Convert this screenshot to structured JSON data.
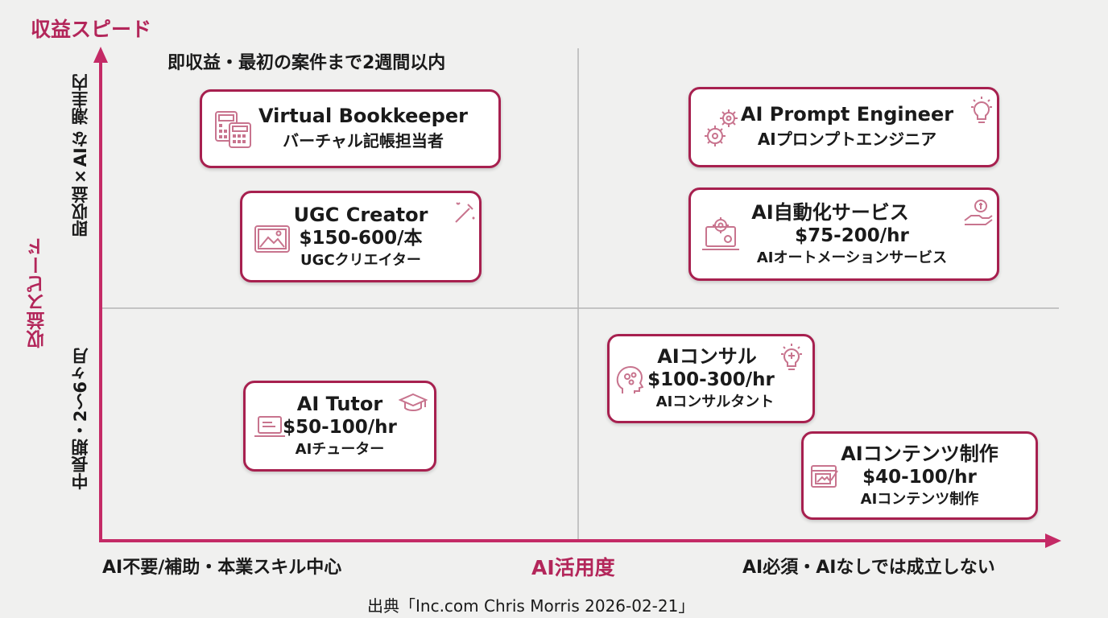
{
  "y_axis_title": "収益スピード",
  "y_label_top": "即収益×AIな 潮圭内",
  "y_label_side": "収益スピード",
  "y_label_bottom": "中長期・2〜6ヶ月",
  "quadrant_top_left_caption": "即収益・最初の案件まで2週間以内",
  "x_label_left": "AI不要/補助・本業スキル中心",
  "x_axis_title": "AI活用度",
  "x_label_right": "AI必須・AIなしでは成立しない",
  "source": "出典「Inc.com Chris Morris 2026-02-21」",
  "colors": {
    "accent": "#a7204f",
    "axis": "#c42a66",
    "icon": "#c8748e"
  },
  "cards": {
    "bookkeeper": {
      "title": "Virtual Bookkeeper",
      "subtitle": "バーチャル記帳担当者",
      "icon": "calculator-icon"
    },
    "ugc": {
      "title": "UGC Creator",
      "price": "$150-600/本",
      "subtitle": "UGCクリエイター",
      "icon": "image-icon"
    },
    "prompt": {
      "title": "AI Prompt Engineer",
      "subtitle": "AIプロンプトエンジニア",
      "icon": "gears-icon"
    },
    "automation": {
      "title": "AI自動化サービス",
      "price": "$75-200/hr",
      "subtitle": "AIオートメーションサービス",
      "icon": "laptop-gear-icon"
    },
    "tutor": {
      "title": "AI Tutor",
      "price": "$50-100/hr",
      "subtitle": "AIチューター",
      "icon": "laptop-icon"
    },
    "consult": {
      "title": "AIコンサル",
      "price": "$100-300/hr",
      "subtitle": "AIコンサルタント",
      "icon": "brain-head-icon"
    },
    "content": {
      "title": "AIコンテンツ制作",
      "price": "$40-100/hr",
      "subtitle": "AIコンテンツ制作",
      "icon": "design-icon"
    }
  }
}
